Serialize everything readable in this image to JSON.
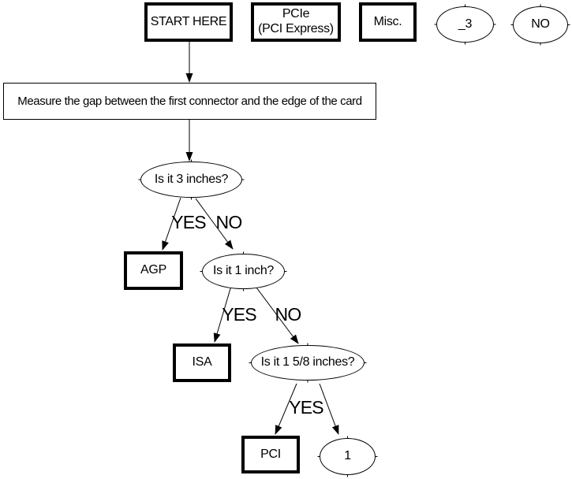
{
  "diagram": {
    "colors": {
      "background": "#ffffff",
      "line": "#000000",
      "text": "#000000"
    },
    "top_row": {
      "start": "START HERE",
      "pcie_line1": "PCIe",
      "pcie_line2": "(PCI Express)",
      "misc": "Misc.",
      "ellipse_3": "_3",
      "ellipse_no": "NO"
    },
    "instruction": "Measure the gap between the first connector and the edge of the card",
    "decisions": {
      "three_inches": "Is it 3 inches?",
      "one_inch": "Is it 1 inch?",
      "one_five_eighths": "Is it 1 5/8 inches?"
    },
    "results": {
      "agp": "AGP",
      "isa": "ISA",
      "pci": "PCI",
      "one": "1"
    },
    "edge_labels": {
      "yes_agp": "YES",
      "no_one_inch": "NO",
      "yes_isa": "YES",
      "no_158": "NO",
      "yes_pci": "YES"
    }
  }
}
